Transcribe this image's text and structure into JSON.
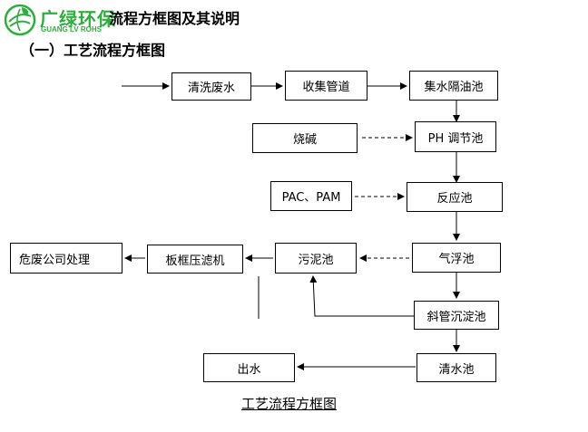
{
  "logo": {
    "brand_cn": "广绿环保",
    "brand_en": "GUANG LV ROHS",
    "icon": "globe-leaf-icon",
    "color": "#2fae3f"
  },
  "heading": {
    "main": "流程方框图及其说明",
    "sub": "（一）工艺流程方框图"
  },
  "diagram": {
    "nodes": {
      "wastewater": "清洗废水",
      "collection_pipe": "收集管道",
      "oil_separation_tank": "集水隔油池",
      "ph_tank": "PH 调节池",
      "caustic_soda": "烧碱",
      "coagulants": "PAC、PAM",
      "reaction_tank": "反应池",
      "air_flotation_tank": "气浮池",
      "sludge_tank": "污泥池",
      "filter_press": "板框压滤机",
      "hazardous_disposal": "危废公司处理",
      "inclined_tube_settler": "斜管沉淀池",
      "clear_water_tank": "清水池",
      "effluent": "出水"
    },
    "caption": "工艺流程方框图"
  }
}
